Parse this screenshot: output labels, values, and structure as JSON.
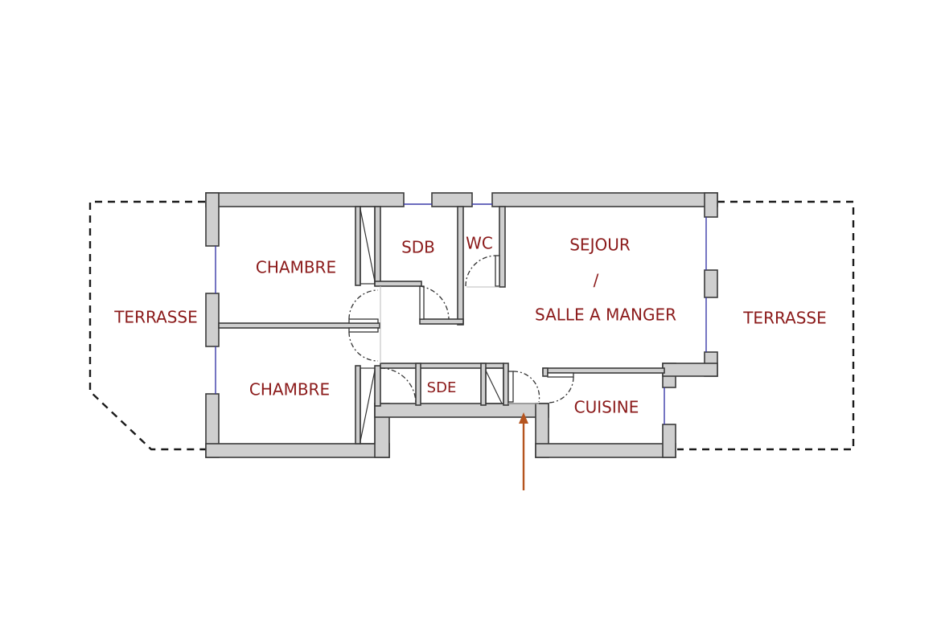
{
  "colors": {
    "label": "#8b1a1a",
    "wall_fill": "#cfcfcf",
    "wall_stroke": "#3a3a3a",
    "entrance_arrow": "#b5541e",
    "window": "#3a3aa8"
  },
  "rooms": {
    "terrace_left": "TERRASSE",
    "bedroom_top": "CHAMBRE",
    "bedroom_bottom": "CHAMBRE",
    "bathroom": "SDB",
    "wc": "WC",
    "living_line1": "SEJOUR",
    "living_line2": "/",
    "living_line3": "SALLE A MANGER",
    "shower_room": "SDE",
    "kitchen": "CUISINE",
    "terrace_right": "TERRASSE"
  },
  "icons": {
    "entrance": "entrance-arrow-icon"
  }
}
